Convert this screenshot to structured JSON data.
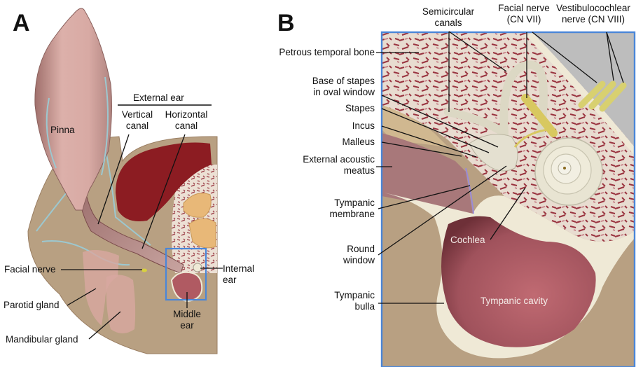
{
  "figure": {
    "panel_a": {
      "letter": "A",
      "group_label": "External ear",
      "labels": {
        "pinna": "Pinna",
        "vertical_canal_1": "Vertical",
        "vertical_canal_2": "canal",
        "horizontal_canal_1": "Horizontal",
        "horizontal_canal_2": "canal",
        "facial_nerve": "Facial nerve",
        "internal_ear_1": "Internal",
        "internal_ear_2": "ear",
        "parotid_gland": "Parotid gland",
        "middle_ear_1": "Middle",
        "middle_ear_2": "ear",
        "mandibular_gland": "Mandibular gland"
      }
    },
    "panel_b": {
      "letter": "B",
      "labels": {
        "semicircular_canals_1": "Semicircular",
        "semicircular_canals_2": "canals",
        "facial_nerve_1": "Facial nerve",
        "facial_nerve_2": "(CN VII)",
        "vestibulocochlear_1": "Vestibulocochlear",
        "vestibulocochlear_2": "nerve (CN VIII)",
        "petrous_temporal_bone": "Petrous temporal bone",
        "base_of_stapes_1": "Base of stapes",
        "base_of_stapes_2": "in oval window",
        "stapes": "Stapes",
        "incus": "Incus",
        "malleus": "Malleus",
        "external_acoustic_1": "External acoustic",
        "external_acoustic_2": "meatus",
        "tympanic_membrane_1": "Tympanic",
        "tympanic_membrane_2": "membrane",
        "round_window_1": "Round",
        "round_window_2": "window",
        "tympanic_bulla_1": "Tympanic",
        "tympanic_bulla_2": "bulla",
        "cochlea": "Cochlea",
        "tympanic_cavity": "Tympanic cavity"
      }
    },
    "colors": {
      "tissue_tan": "#b8a082",
      "pinna_pink": "#d8a8a2",
      "muscle_red": "#8c1c22",
      "cavity_rose": "#a85a62",
      "bone_cream": "#efe9d6",
      "nerve_yellow": "#d8d070",
      "highlight_blue": "#4a86d8",
      "vein_cyan": "#9cc8d0"
    }
  }
}
